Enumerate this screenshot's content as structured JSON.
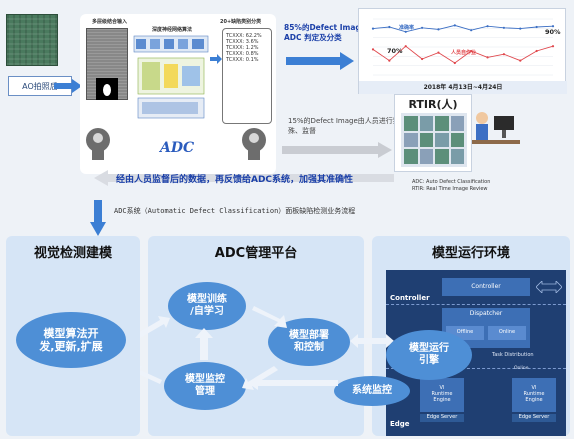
{
  "top": {
    "ao_label": "AO拍照后",
    "stages": [
      "多层级结合输入",
      "深度神经网络算法",
      "20+缺陷类别分类"
    ],
    "classification_list": [
      "TCXXX: 62.2%",
      "TCXXX: 3.6%",
      "TCXXX: 1.2%",
      "TCXXX: 0.8%",
      "TCXXX: 0.1%"
    ],
    "adc_label": "ADC",
    "auto_text_line1": "85%的Defect Image由",
    "auto_text_line2": "ADC 判定及分类",
    "manual_text_line1": "15%的Defect Image由人员进行判",
    "manual_text_line2": "殊、监督",
    "feedback_text": "经由人员监督后的数据，再反馈给ADC系统，加强其准确性",
    "chart_caption": "2018年 4月13日~4月24日",
    "rtir_title": "RTIR(人)",
    "legend_adc": "ADC:  Auto Defect Classification",
    "legend_rtir": "RTIR:  Real Time Image Review"
  },
  "chart_data": {
    "type": "line",
    "series": [
      {
        "name": "准确率",
        "values": [
          88,
          90,
          84,
          89,
          87,
          92,
          86,
          91,
          89,
          88,
          90,
          91
        ],
        "color": "#3c6fc4"
      },
      {
        "name": "人员自作业",
        "values": [
          62,
          48,
          66,
          50,
          58,
          45,
          60,
          52,
          56,
          48,
          60,
          66
        ],
        "color": "#e0474c"
      }
    ],
    "annotations": [
      "90%",
      "70%"
    ],
    "ylim": [
      30,
      100
    ]
  },
  "bottom": {
    "flow_title": "ADC系统（Automatic Defect Classification）面板缺陷检测业务流程",
    "sections": {
      "modeling": {
        "title": "视觉检测建模",
        "node": "模型算法开\n发,更新,扩展"
      },
      "platform": {
        "title": "ADC管理平台",
        "nodes": {
          "train": "模型训练\n/自学习",
          "deploy": "模型部署\n和控制",
          "monitor": "模型监控\n管理"
        }
      },
      "runtime": {
        "title": "模型运行环境",
        "controller_label": "Controller",
        "controller_box": "Controller",
        "dispatcher": "Dispatcher",
        "offline": "Offline",
        "online": "Online",
        "task_distribution": "Task Distribution",
        "online_small": "Online",
        "engine": "VI\nRuntime\nEngine",
        "edge_server": "Edge Server",
        "edge_label": "Edge",
        "engine_node": "模型运行\n引擎",
        "monitor_node": "系统监控"
      }
    }
  }
}
